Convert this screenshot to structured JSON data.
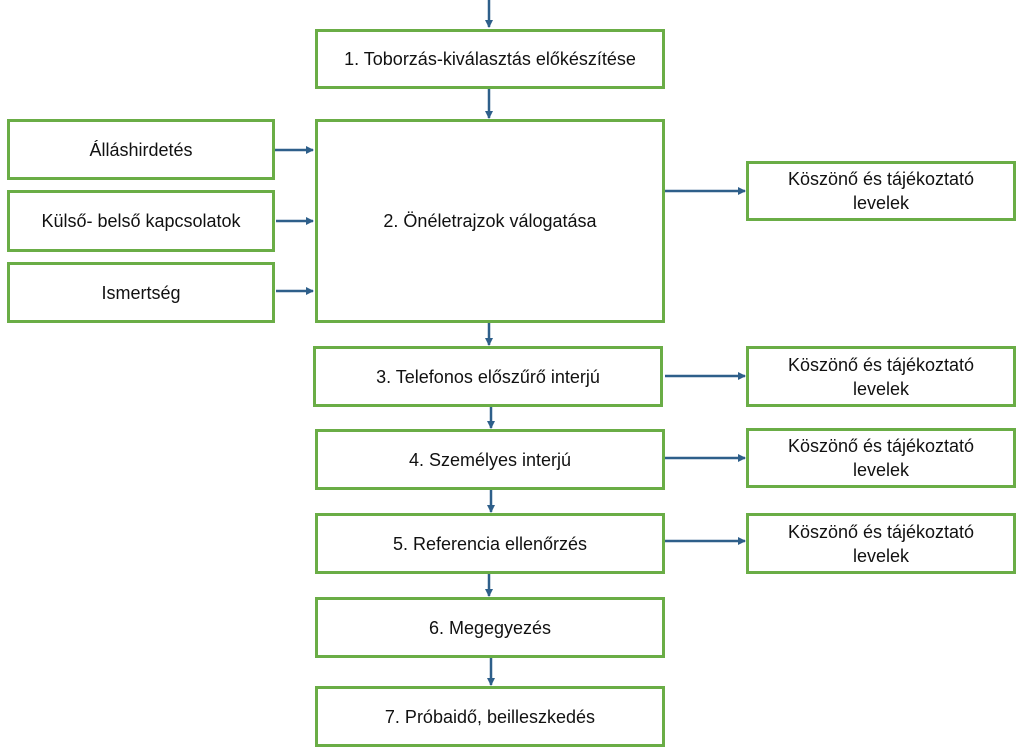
{
  "diagram": {
    "colors": {
      "box_border": "#6aad46",
      "arrow": "#2e5f8a",
      "text": "#111111"
    },
    "steps": [
      {
        "id": "s1",
        "label": "1. Toborzás-kiválasztás előkészítése"
      },
      {
        "id": "s2",
        "label": "2. Önéletrajzok válogatása"
      },
      {
        "id": "s3",
        "label": "3. Telefonos előszűrő interjú"
      },
      {
        "id": "s4",
        "label": "4. Személyes interjú"
      },
      {
        "id": "s5",
        "label": "5. Referencia ellenőrzés"
      },
      {
        "id": "s6",
        "label": "6. Megegyezés"
      },
      {
        "id": "s7",
        "label": "7. Próbaidő, beilleszkedés"
      }
    ],
    "inputs": [
      {
        "id": "in1",
        "label": "Álláshirdetés",
        "target": "s2"
      },
      {
        "id": "in2",
        "label": "Külső- belső kapcsolatok",
        "target": "s2"
      },
      {
        "id": "in3",
        "label": "Ismertség",
        "target": "s2"
      }
    ],
    "outputs": [
      {
        "id": "out2",
        "label": "Köszönő és tájékoztató levelek",
        "source": "s2"
      },
      {
        "id": "out3",
        "label": "Köszönő és tájékoztató levelek",
        "source": "s3"
      },
      {
        "id": "out4",
        "label": "Köszönő és tájékoztató levelek",
        "source": "s4"
      },
      {
        "id": "out5",
        "label": "Köszönő és tájékoztató levelek",
        "source": "s5"
      }
    ]
  }
}
